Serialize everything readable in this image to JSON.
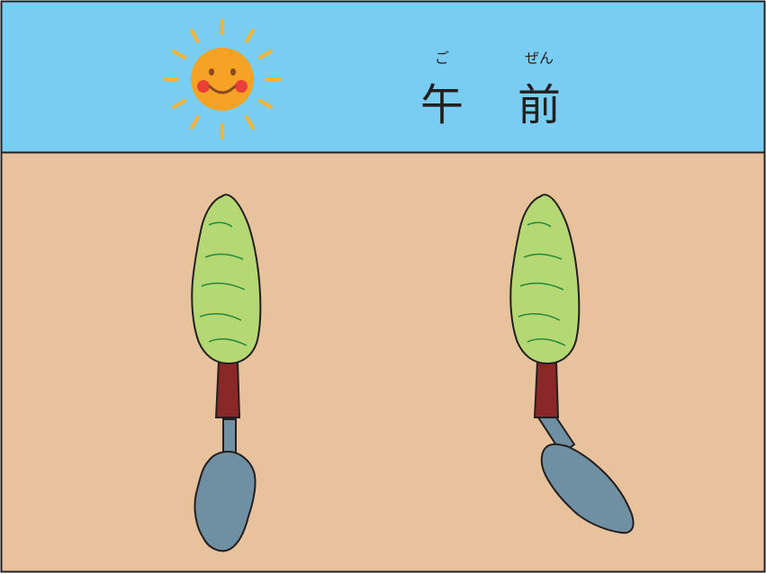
{
  "heading": {
    "kanji_1": "午",
    "kanji_2": "前",
    "ruby_1": "ご",
    "ruby_2": "ぜん"
  },
  "colors": {
    "sky": "#79cdf3",
    "ground": "#e8c19d",
    "sun": "#f6a325",
    "sun_rays": "#f8b436",
    "cheeks": "#ea3e3b",
    "foliage": "#b5d874",
    "foliage_lines": "#238a3a",
    "trunk": "#8a2727",
    "shadow": "#6e90a2",
    "outline": "#231f20"
  },
  "icons": [
    "smiling-sun-icon",
    "tree-icon",
    "tree-shadow-icon"
  ]
}
